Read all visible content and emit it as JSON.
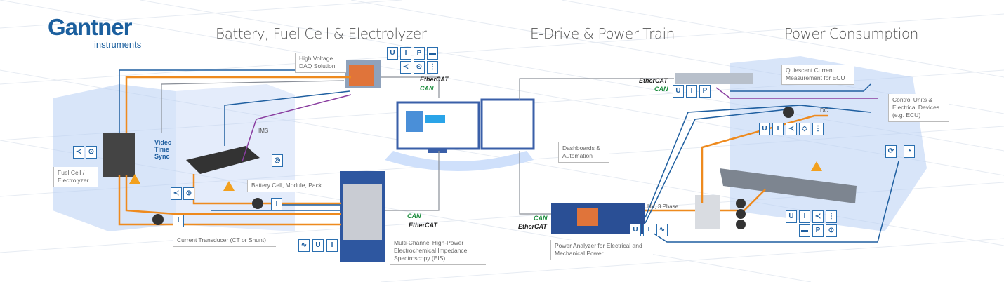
{
  "logo": {
    "name": "Gantner",
    "sub": "instruments"
  },
  "headings": {
    "battery": "Battery, Fuel Cell & Electrolyzer",
    "edrive": "E-Drive & Power Train",
    "power": "Power Consumption"
  },
  "labels": {
    "hv_daq": "High Voltage DAQ Solution",
    "fuel_cell": "Fuel Cell / Electrolyzer",
    "battery": "Battery Cell, Module, Pack",
    "current_transducer": "Current Transducer (CT or Shunt)",
    "eis": "Multi-Channel High-Power Electrochemical Impedance Spectroscopy (EIS)",
    "dashboards": "Dashboards & Automation",
    "quiescent": "Quiescent Current Measurement for ECU",
    "control_units": "Control Units & Electrical Devices (e.g. ECU)",
    "power_analyzer": "Power Analyzer for Electrical and Mechanical Power",
    "video_sync": "Video Time Sync",
    "ims": "IMS",
    "dc": "DC",
    "hv3": "HV, 3 Phase"
  },
  "protocols": {
    "can": "CAN",
    "ethercat": "EtherCAT"
  },
  "icons": {
    "daq_row1": [
      "U",
      "I",
      "P",
      "▬"
    ],
    "daq_row2": [
      "≺",
      "⊙",
      "⋮"
    ],
    "fuel_cell": [
      "≺",
      "⊙"
    ],
    "battery": [
      "≺",
      "⊙"
    ],
    "battery_ims": [
      "◎"
    ],
    "ct_battery": "I",
    "ct_fuel": "I",
    "eis": [
      "∿",
      "U",
      "I"
    ],
    "quiescent": [
      "U",
      "I",
      "P"
    ],
    "edrive_top": [
      "U",
      "I",
      "≺",
      "◇",
      "⋮"
    ],
    "speed": [
      "⟳",
      "◔"
    ],
    "analyzer": [
      "U",
      "I",
      "∿"
    ],
    "edrive_bottom_row1": [
      "U",
      "I",
      "≺",
      "⋮"
    ],
    "edrive_bottom_row2": [
      "▬",
      "P",
      "⊙"
    ]
  },
  "colors": {
    "brand": "#1b5f9e",
    "hv_line": "#ee8a1e",
    "signal_line": "#1f5fa0",
    "ims_line": "#8a3ea0",
    "can": "#1b8c3c"
  }
}
